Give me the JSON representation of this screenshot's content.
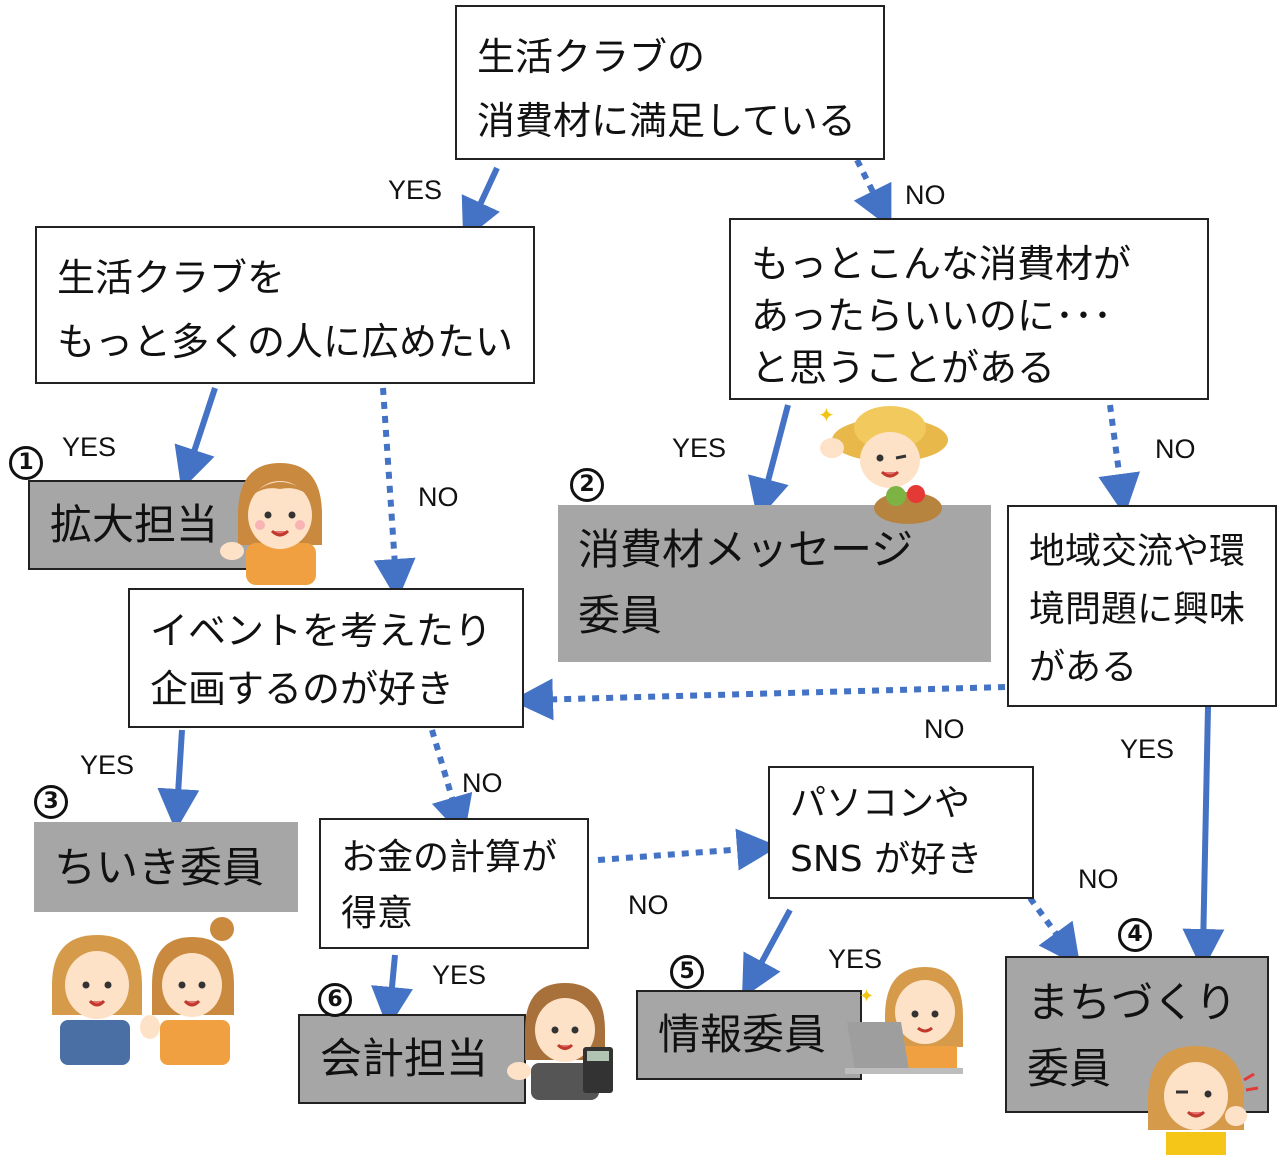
{
  "questions": {
    "q1": [
      "生活クラブの",
      "消費材に満足している"
    ],
    "q2": [
      "生活クラブを",
      "もっと多くの人に広めたい"
    ],
    "q3": [
      "もっとこんな消費材が",
      "あったらいいのに･･･",
      "と思うことがある"
    ],
    "q4": [
      "イベントを考えたり",
      "企画するのが好き"
    ],
    "q5": [
      "地域交流や環",
      "境問題に興味",
      "がある"
    ],
    "q6": [
      "お金の計算が",
      "得意"
    ],
    "q7": [
      "パソコンや",
      "SNS が好き"
    ]
  },
  "roles": {
    "r1": {
      "number": "1",
      "label": [
        "拡大担当"
      ]
    },
    "r2": {
      "number": "2",
      "label": [
        "消費材メッセージ",
        "委員"
      ]
    },
    "r3": {
      "number": "3",
      "label": [
        "ちいき委員"
      ]
    },
    "r4": {
      "number": "4",
      "label": [
        "まちづくり",
        "委員"
      ]
    },
    "r5": {
      "number": "5",
      "label": [
        "情報委員"
      ]
    },
    "r6": {
      "number": "6",
      "label": [
        "会計担当"
      ]
    }
  },
  "labels": {
    "yes": "YES",
    "no": "NO"
  },
  "colors": {
    "arrow": "#4472c4",
    "role_fill": "#a6a6a6",
    "box_border": "#222222"
  }
}
